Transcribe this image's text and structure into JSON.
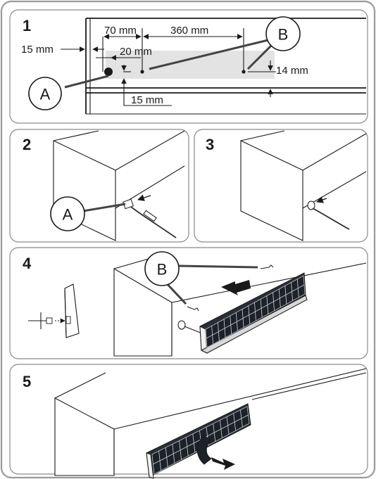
{
  "steps": [
    {
      "number": "1"
    },
    {
      "number": "2"
    },
    {
      "number": "3"
    },
    {
      "number": "4"
    },
    {
      "number": "5"
    }
  ],
  "dimensions": {
    "d70": "70 mm",
    "d360": "360 mm",
    "d15_left": "15 mm",
    "d20": "20 mm",
    "d14": "14 mm",
    "d15_bottom": "15 mm"
  },
  "callouts": {
    "a": "A",
    "b": "B"
  }
}
